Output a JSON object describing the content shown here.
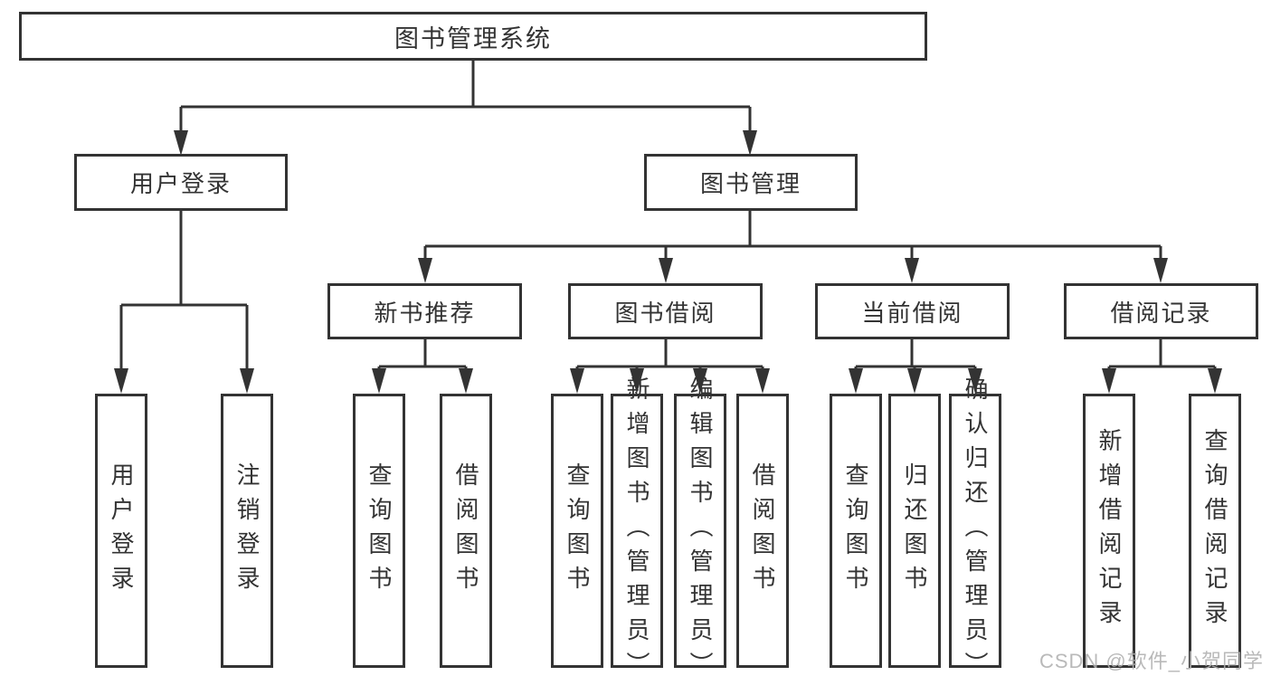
{
  "diagram": {
    "root": {
      "label": "图书管理系统"
    },
    "branches": [
      {
        "label": "用户登录",
        "children": [
          {
            "label": "用户登录"
          },
          {
            "label": "注销登录"
          }
        ]
      },
      {
        "label": "图书管理",
        "children": [
          {
            "label": "新书推荐",
            "children": [
              {
                "label": "查询图书"
              },
              {
                "label": "借阅图书"
              }
            ]
          },
          {
            "label": "图书借阅",
            "children": [
              {
                "label": "查询图书"
              },
              {
                "label": "新增图书（管理员）"
              },
              {
                "label": "编辑图书（管理员）"
              },
              {
                "label": "借阅图书"
              }
            ]
          },
          {
            "label": "当前借阅",
            "children": [
              {
                "label": "查询图书"
              },
              {
                "label": "归还图书"
              },
              {
                "label": "确认归还（管理员）"
              }
            ]
          },
          {
            "label": "借阅记录",
            "children": [
              {
                "label": "新增借阅记录"
              },
              {
                "label": "查询借阅记录"
              }
            ]
          }
        ]
      }
    ]
  },
  "watermark": {
    "text": "CSDN @软件_小贺同学"
  },
  "colors": {
    "line": "#333333",
    "text": "#333333",
    "bg": "#ffffff",
    "watermark": "#b0b0b0"
  }
}
